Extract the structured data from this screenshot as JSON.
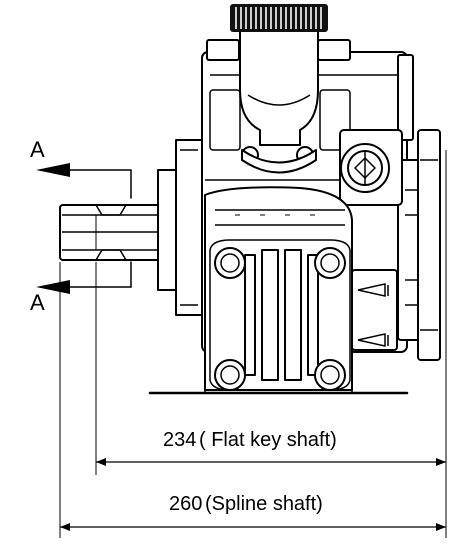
{
  "section_marker": {
    "top": "A",
    "bottom": "A"
  },
  "dimensions": {
    "flat_key": {
      "value": "234",
      "note": "( Flat key shaft)"
    },
    "spline": {
      "value": "260",
      "note": "(Spline shaft)"
    }
  },
  "colors": {
    "line": "#000000",
    "background": "#ffffff",
    "shading": "#e6e6e6"
  }
}
